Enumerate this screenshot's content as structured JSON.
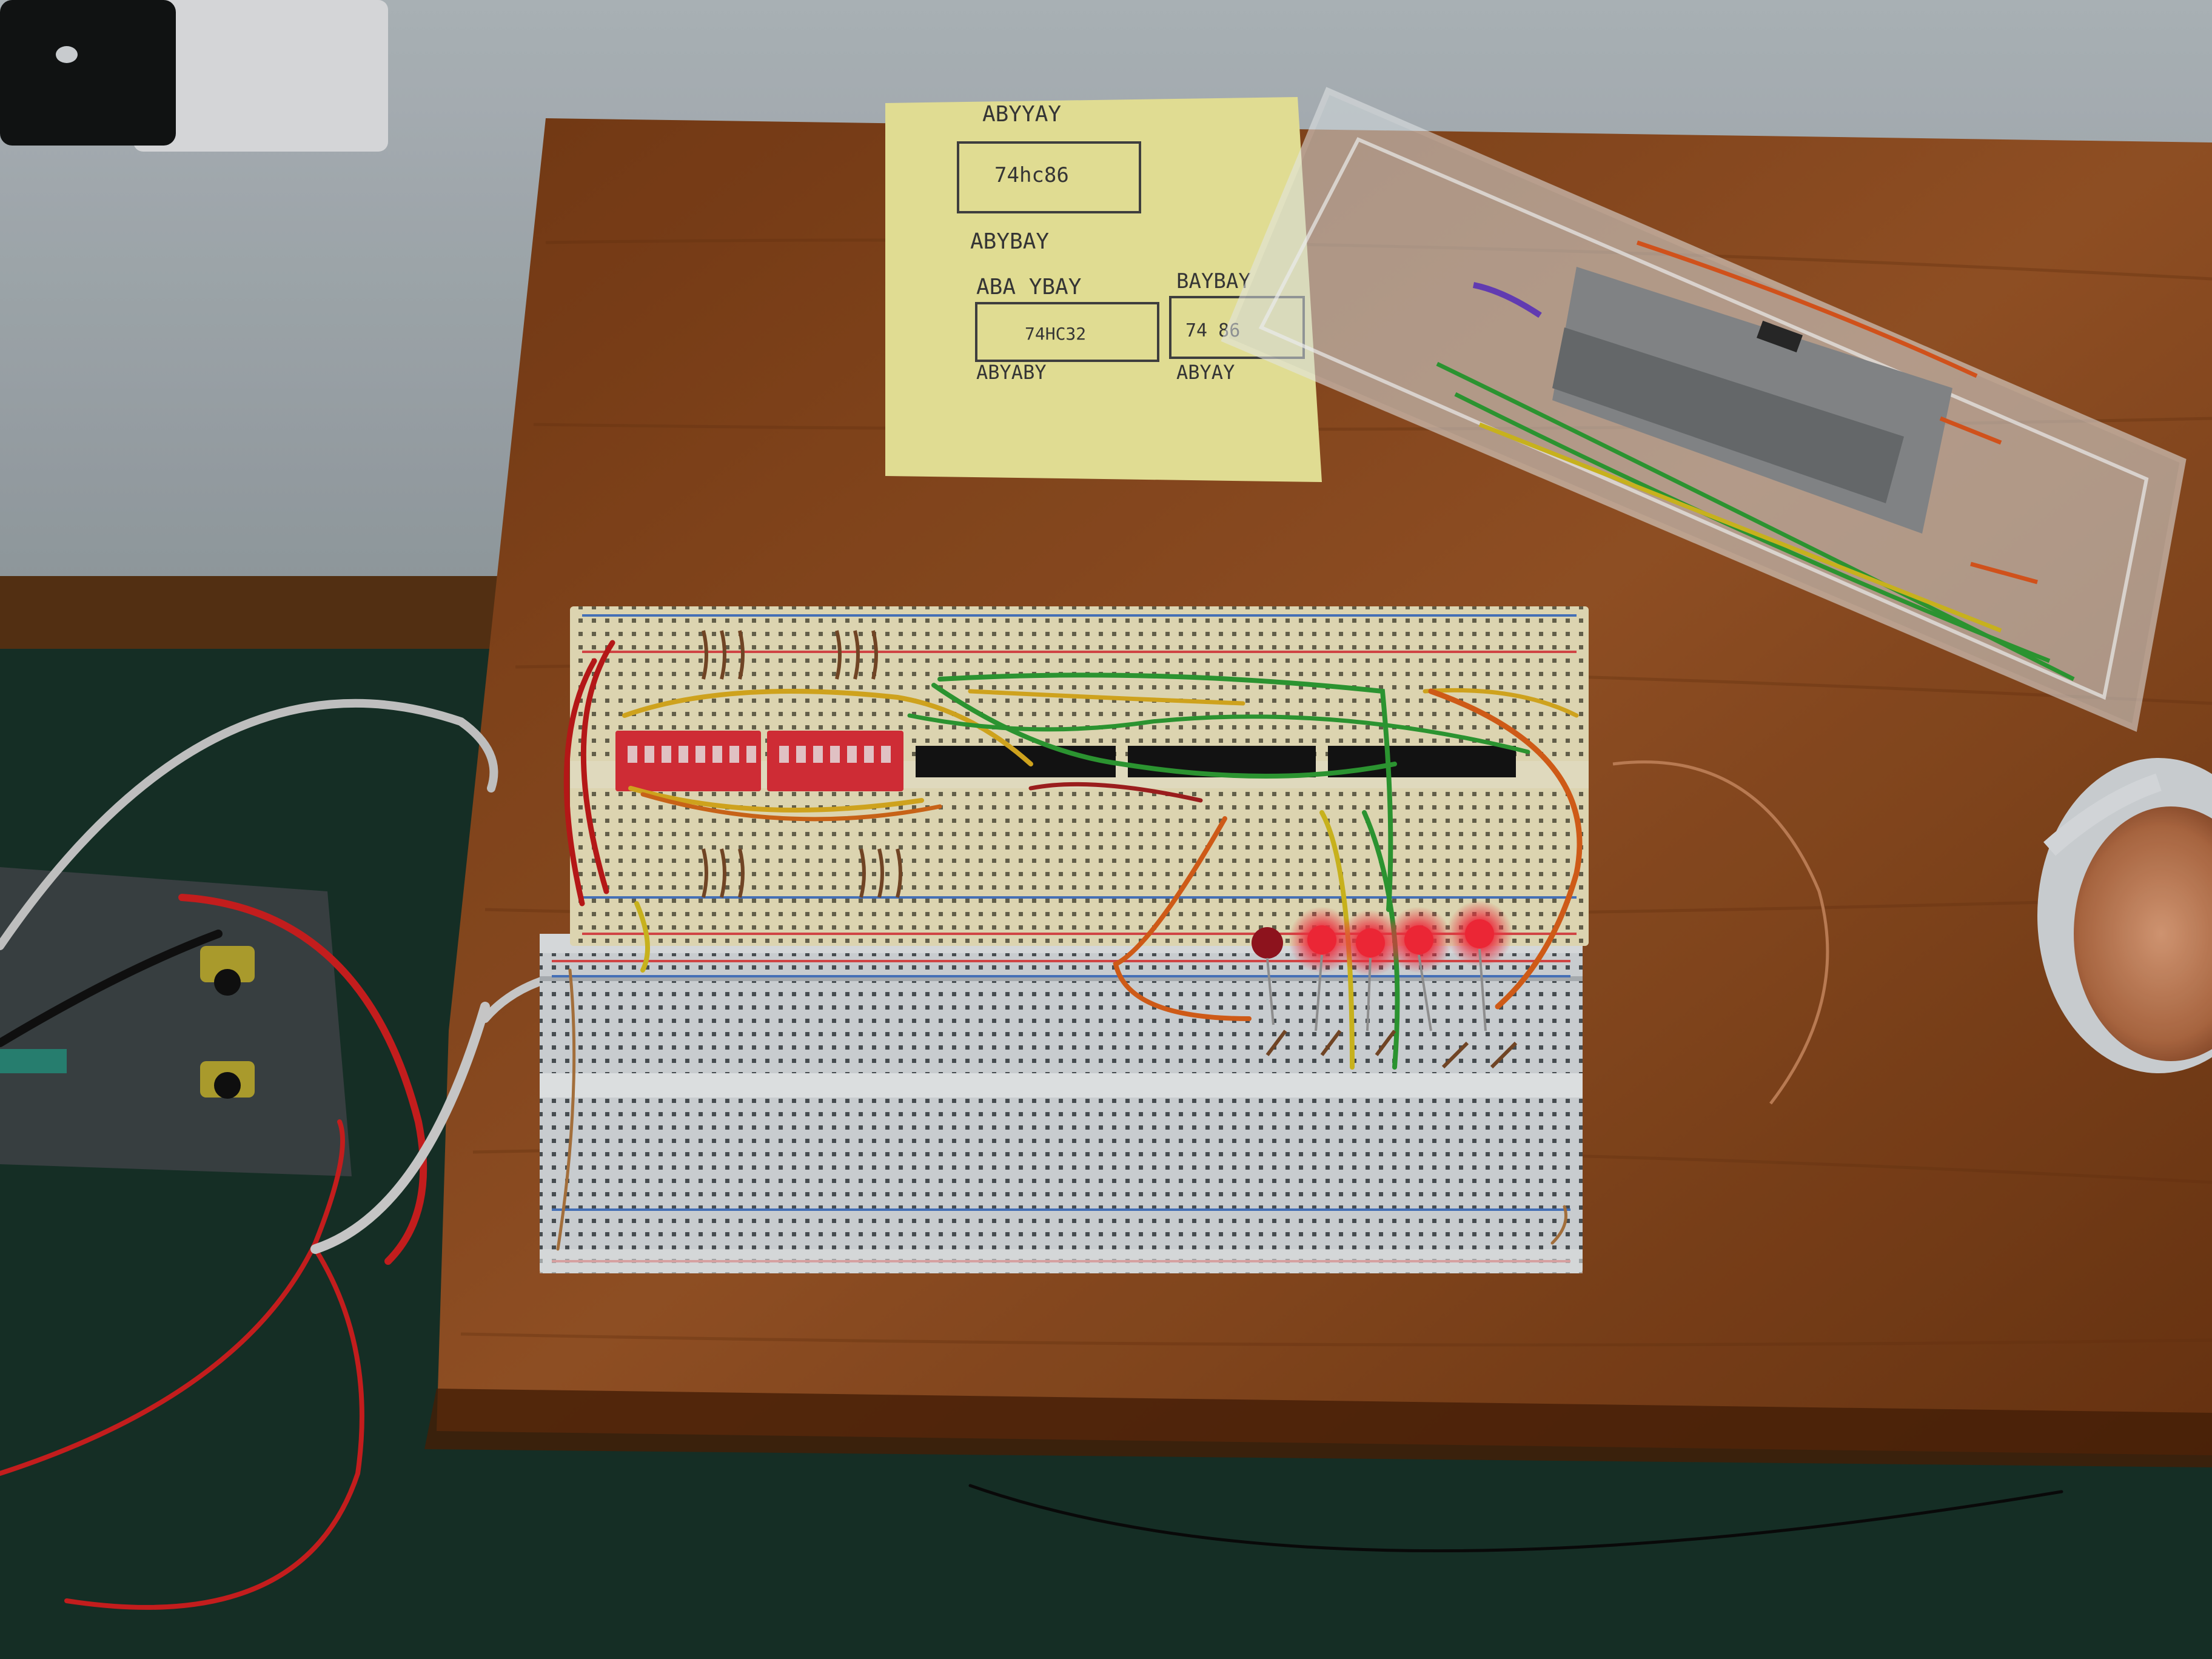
{
  "scene": {
    "description_type": "photo",
    "colors": {
      "wall": "#a9b2b7",
      "baseboard": "#5a3314",
      "carpet": "#173229",
      "desk": "#8a4a20",
      "desk_dark": "#5b2c10",
      "sticky_note": "#f4ef9f",
      "breadboard_top": "#efe7bf",
      "breadboard_bottom": "#d9dde0",
      "dip_switch": "#e0303a",
      "ic_chip": "#141414",
      "led_on": "#ff2a3a",
      "copper": "#c8855a",
      "multimeter": "#3c4446",
      "plastic_case": "#dfe7ea"
    },
    "sticky_note": {
      "line1": "ABYYAY",
      "chip1": "74hc86",
      "line2": "ABYBAY",
      "line3": "ABA YBAY",
      "chip2": "74HC32",
      "line4": "ABYABY",
      "line5": "BAYBAY",
      "chip3": "74 86",
      "line6": "ABYAY"
    },
    "leds": [
      {
        "state": "off"
      },
      {
        "state": "on"
      },
      {
        "state": "on"
      },
      {
        "state": "on"
      },
      {
        "state": "on"
      }
    ]
  }
}
